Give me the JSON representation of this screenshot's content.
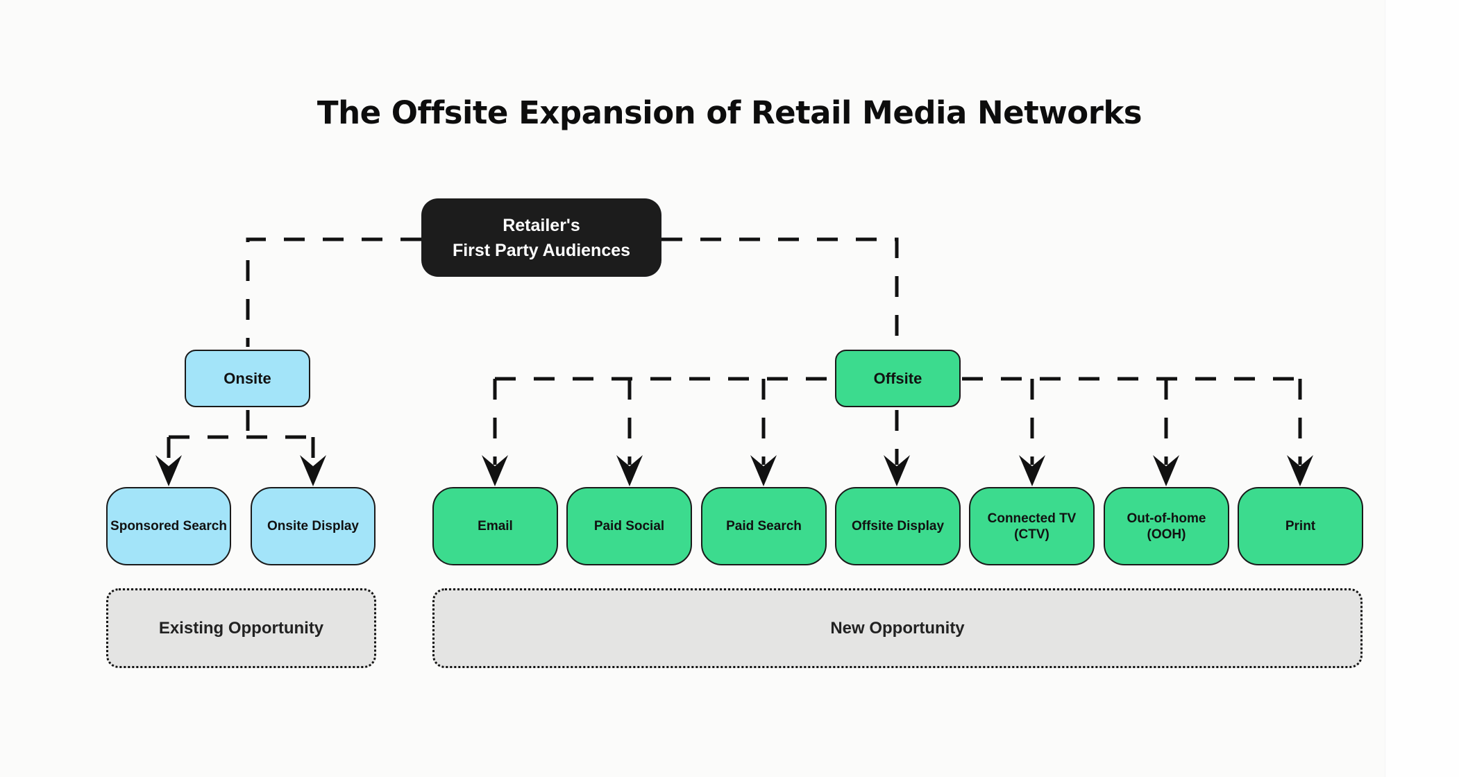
{
  "title": "The Offsite Expansion of Retail Media Networks",
  "root": {
    "line1": "Retailer's",
    "line2": "First Party Audiences"
  },
  "branches": {
    "onsite": {
      "label": "Onsite",
      "children": [
        "Sponsored Search",
        "Onsite Display"
      ]
    },
    "offsite": {
      "label": "Offsite",
      "children": [
        "Email",
        "Paid Social",
        "Paid Search",
        "Offsite Display",
        "Connected TV (CTV)",
        "Out-of-home (OOH)",
        "Print"
      ]
    }
  },
  "opportunities": {
    "existing": "Existing Opportunity",
    "new": "New Opportunity"
  },
  "colors": {
    "background": "#FBFBFA",
    "root_box": "#1C1C1C",
    "onsite_blue": "#A3E4F9",
    "offsite_green": "#3CDB8E",
    "opportunity_gray": "#E4E4E3",
    "connector_line": "#111111",
    "text_dark": "#111111",
    "text_light": "#FFFFFF"
  }
}
